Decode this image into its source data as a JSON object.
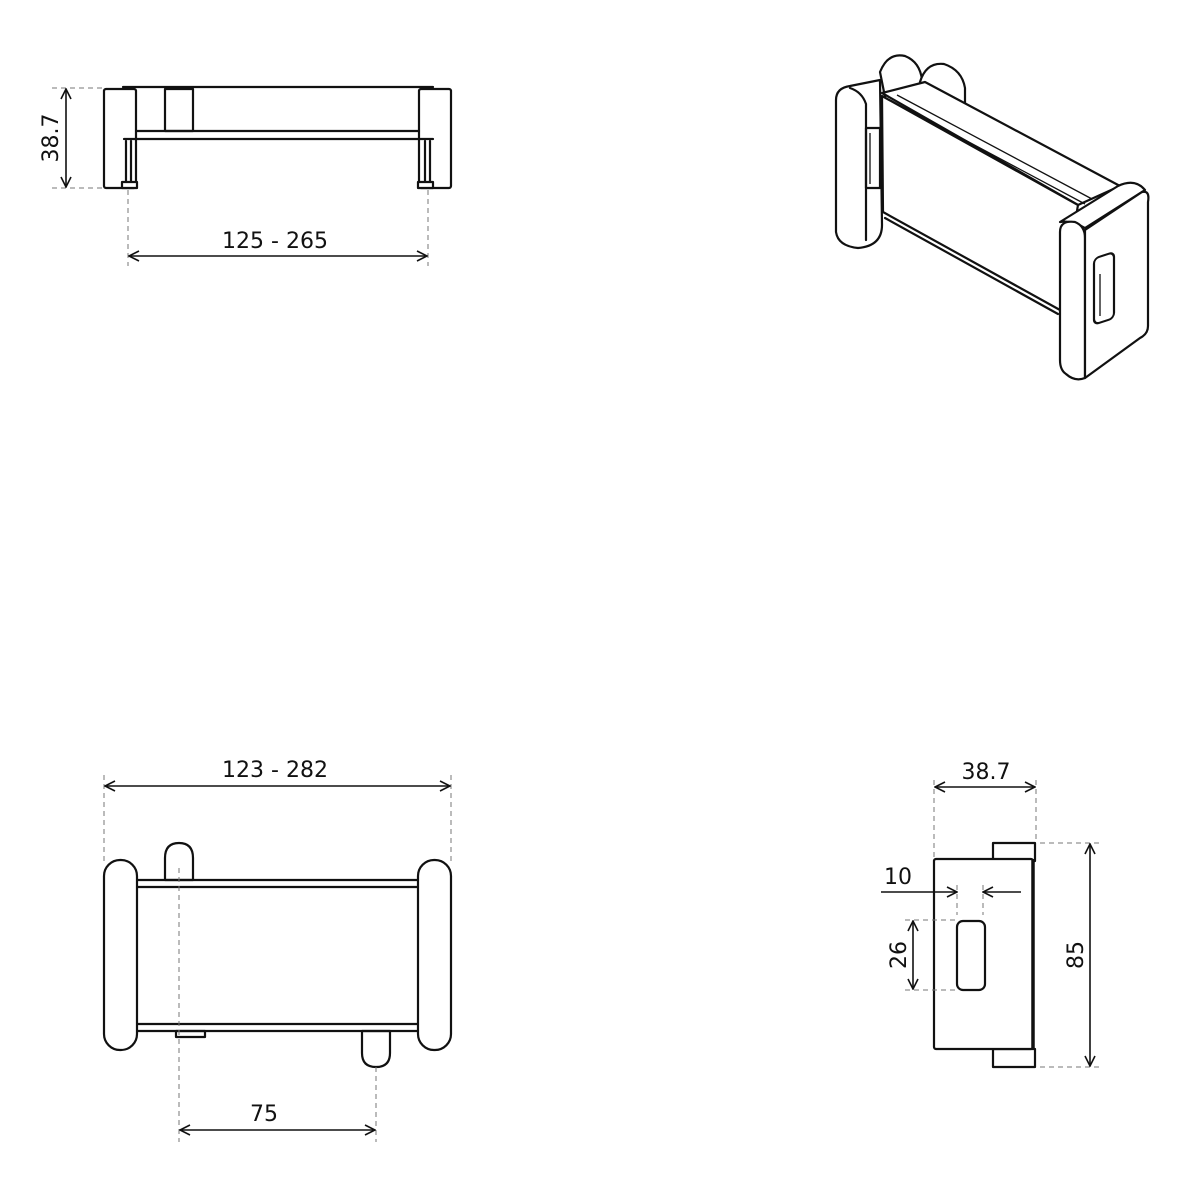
{
  "views": {
    "side_view": {
      "height_label": "38.7",
      "width_label": "125 - 265"
    },
    "isometric_view": {},
    "top_view": {
      "width_label": "123 - 282",
      "knob_spacing_label": "75"
    },
    "end_view": {
      "depth_label": "38.7",
      "slot_offset_label": "10",
      "slot_height_label": "26",
      "height_label": "85"
    }
  }
}
